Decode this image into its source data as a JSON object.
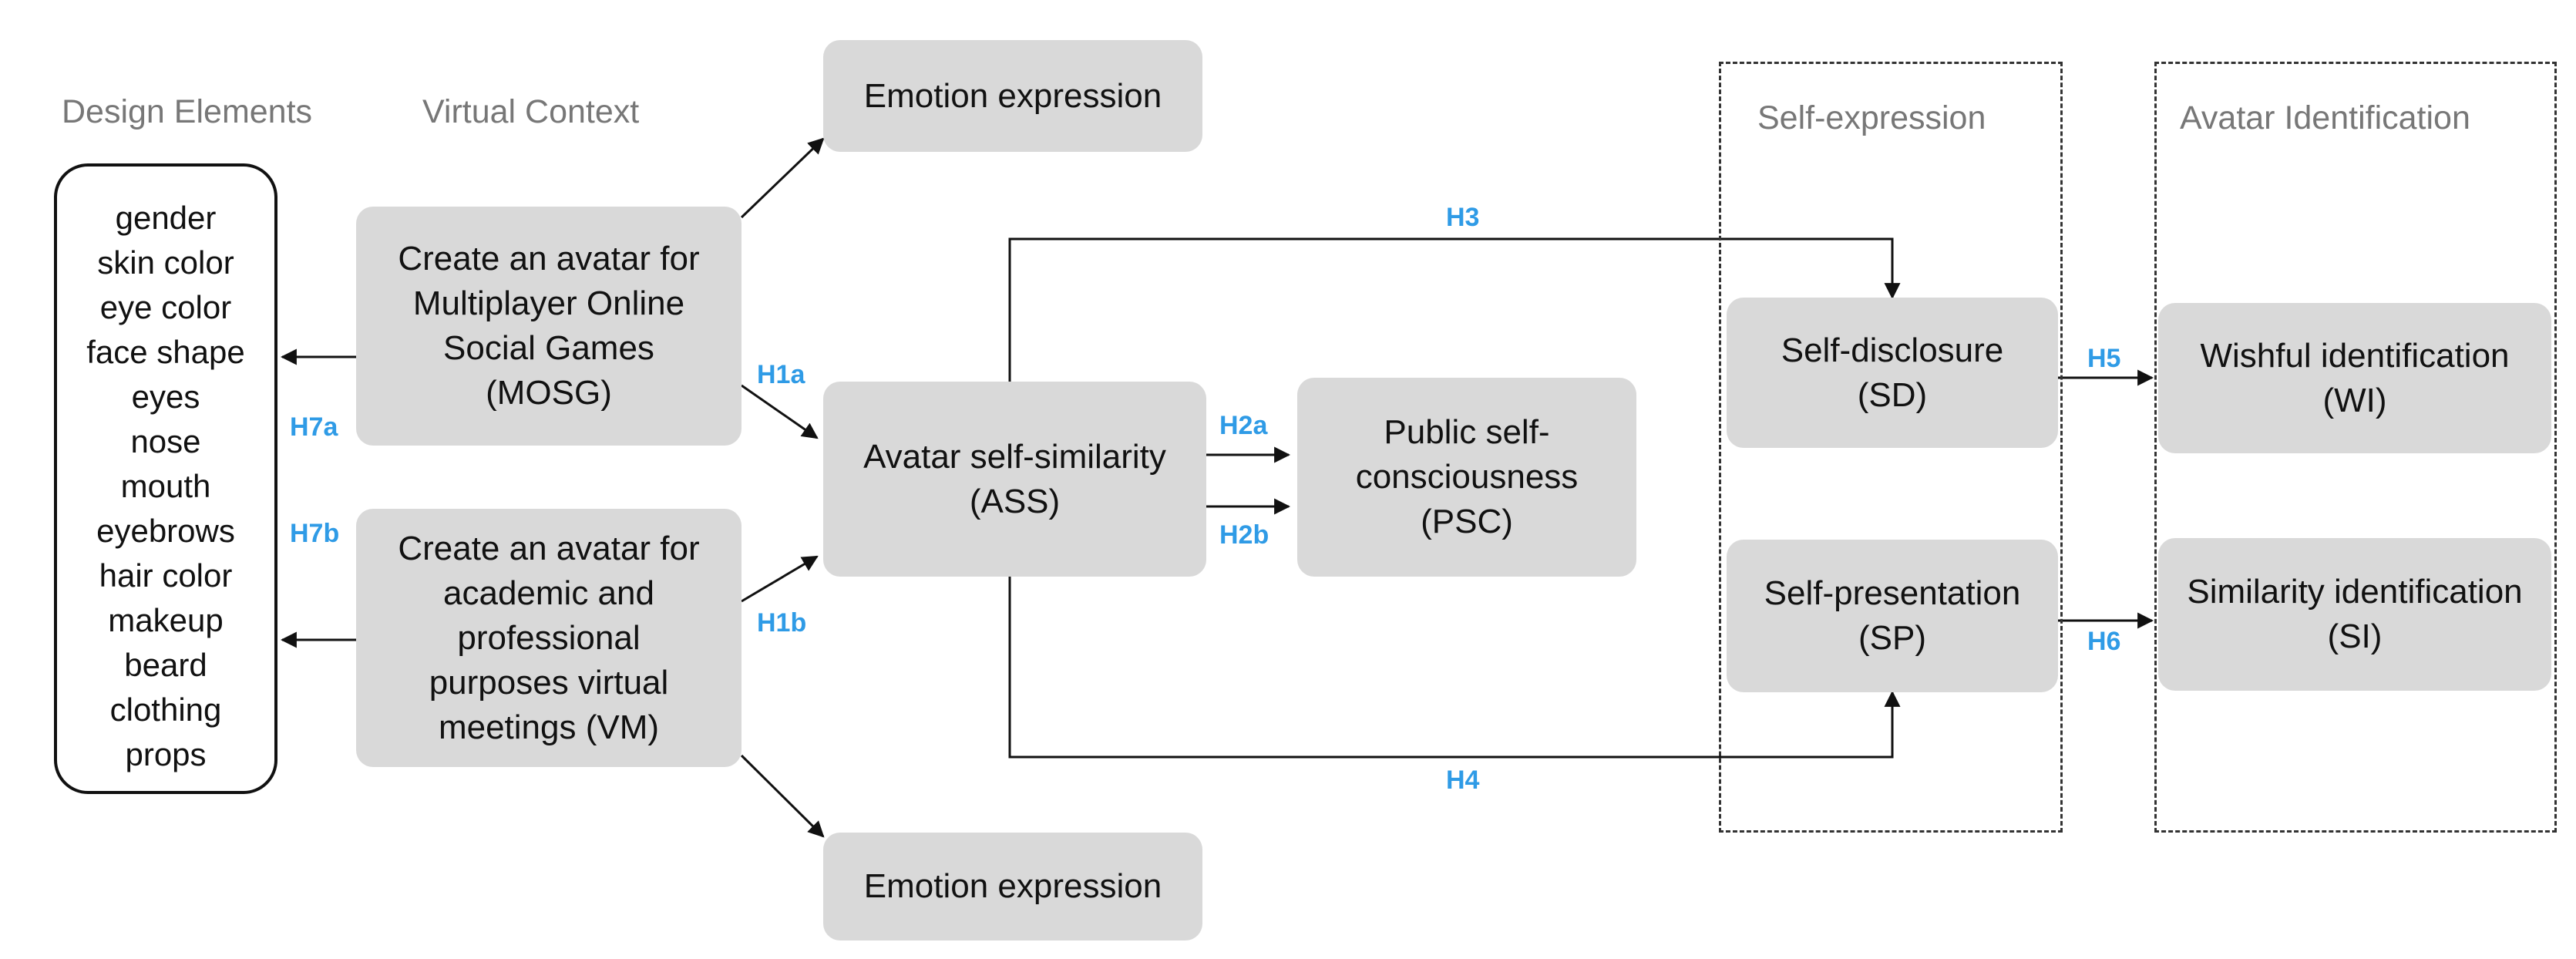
{
  "headers": {
    "design_elements": "Design Elements",
    "virtual_context": "Virtual Context",
    "self_expression": "Self-expression",
    "avatar_identification": "Avatar Identification"
  },
  "design_elements": [
    "gender",
    "skin color",
    "eye color",
    "face shape",
    "eyes",
    "nose",
    "mouth",
    "eyebrows",
    "hair color",
    "makeup",
    "beard",
    "clothing",
    "props"
  ],
  "nodes": {
    "emotion_top": "Emotion expression",
    "mosg": "Create an avatar for\nMultiplayer Online\nSocial Games\n(MOSG)",
    "vm": "Create an avatar for\nacademic and\nprofessional\npurposes virtual\nmeetings (VM)",
    "ass": "Avatar self-similarity\n(ASS)",
    "psc": "Public self-\nconsciousness\n(PSC)",
    "sd": "Self-disclosure\n(SD)",
    "sp": "Self-presentation\n(SP)",
    "wi": "Wishful identification\n(WI)",
    "si": "Similarity identification\n(SI)",
    "emotion_bottom": "Emotion expression"
  },
  "hypotheses": {
    "h1a": "H1a",
    "h1b": "H1b",
    "h2a": "H2a",
    "h2b": "H2b",
    "h3": "H3",
    "h4": "H4",
    "h5": "H5",
    "h6": "H6",
    "h7a": "H7a",
    "h7b": "H7b"
  },
  "colors": {
    "node_fill": "#d9d9d9",
    "hypothesis_label": "#2f9be6",
    "header_text": "#777777"
  }
}
